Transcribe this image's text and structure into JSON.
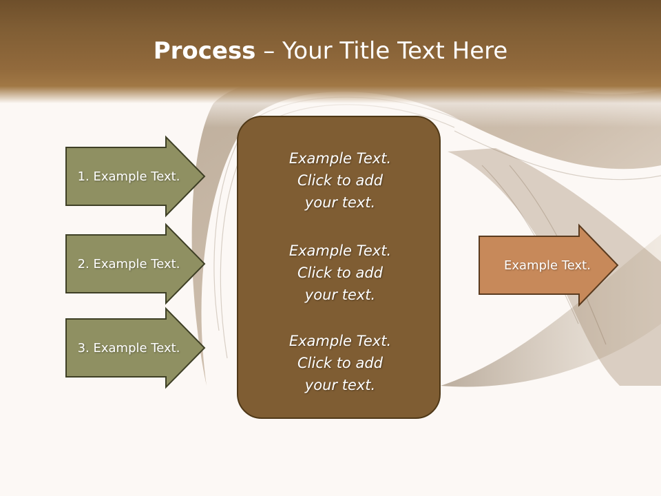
{
  "title": {
    "bold": "Process",
    "rest": " – Your Title Text Here"
  },
  "inputs": [
    {
      "label": "1. Example Text."
    },
    {
      "label": "2. Example Text."
    },
    {
      "label": "3. Example Text."
    }
  ],
  "center": [
    {
      "lines": [
        "Example Text.",
        "Click  to add",
        "your text."
      ]
    },
    {
      "lines": [
        "Example Text.",
        "Click  to add",
        "your text."
      ]
    },
    {
      "lines": [
        "Example Text.",
        "Click  to add",
        "your text."
      ]
    }
  ],
  "output": {
    "label": "Example Text."
  },
  "colors": {
    "header": "#7f5d34",
    "input_arrow": "#8f9062",
    "center_box": "#7f5d33",
    "output_arrow": "#c7895a",
    "background": "#fcf8f5"
  }
}
